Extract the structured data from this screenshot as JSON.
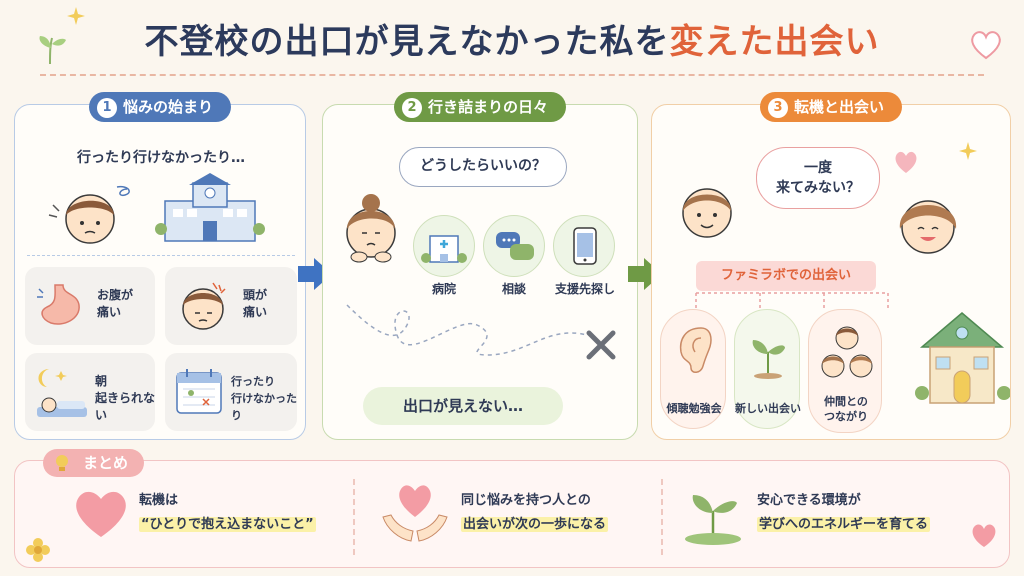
{
  "title": {
    "main": "不登校の出口が見えなかった私を",
    "accent": "変えた出会い"
  },
  "panel1": {
    "num": "1",
    "label": "悩みの始まり",
    "lead": "行ったり行けなかったり…",
    "cards": [
      {
        "text1": "お腹が",
        "text2": "痛い"
      },
      {
        "text1": "頭が",
        "text2": "痛い"
      },
      {
        "text1": "朝",
        "text2": "起きられない"
      },
      {
        "text1": "行ったり",
        "text2": "行けなかったり"
      }
    ]
  },
  "panel2": {
    "num": "2",
    "label": "行き詰まりの日々",
    "thought": "どうしたらいいの？",
    "options": [
      "病院",
      "相談",
      "支援先探し"
    ],
    "exit_text": "出口が見えない…"
  },
  "panel3": {
    "num": "3",
    "label": "転機と出会い",
    "speech1": "一度",
    "speech2": "来てみない？",
    "meeting_label": "ファミラボでの出会い",
    "items": [
      "傾聴勉強会",
      "新しい出会い",
      "仲間との",
      "つながり"
    ]
  },
  "summary": {
    "label": "まとめ",
    "points": [
      {
        "line1": "転機は",
        "line2": "“ひとりで抱え込まないこと”"
      },
      {
        "line1": "同じ悩みを持つ人との",
        "line2": "出会いが次の一歩になる"
      },
      {
        "line1": "安心できる環境が",
        "line2": "学びへのエネルギーを育てる"
      }
    ]
  },
  "colors": {
    "panel1": "#4f78b8",
    "panel2": "#6f9a45",
    "panel3": "#ec8a3a",
    "summary": "#f3b2b2",
    "accent": "#e0633a"
  }
}
